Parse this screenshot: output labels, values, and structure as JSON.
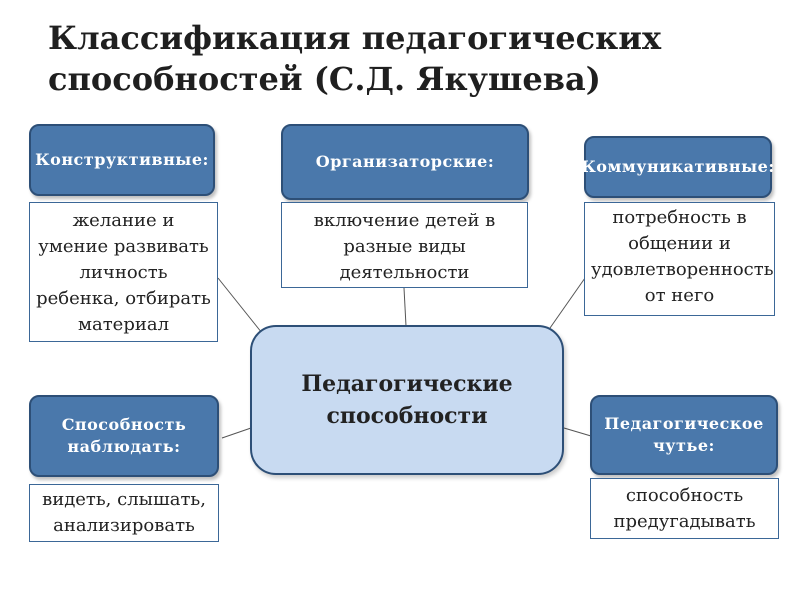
{
  "title": "Классификация педагогических способностей (С.Д. Якушева)",
  "center": "Педагогические способности",
  "nodes": {
    "constructive": {
      "header": "Конструктивные:",
      "description": "желание и умение развивать личность ребенка, отбирать материал"
    },
    "organizational": {
      "header": "Организаторские:",
      "description": "включение детей в разные виды деятельности"
    },
    "communicative": {
      "header": "Коммуникативные:",
      "description": "потребность в общении и удовлетворенность от него"
    },
    "observation": {
      "header": "Способность наблюдать:",
      "description": "видеть, слышать, анализировать"
    },
    "intuition": {
      "header": "Педагогическое чутье:",
      "description": "способность предугадывать"
    }
  },
  "colors": {
    "header_fill": "#4a78ab",
    "center_fill": "#c8daf1",
    "border": "#2d4f77"
  }
}
